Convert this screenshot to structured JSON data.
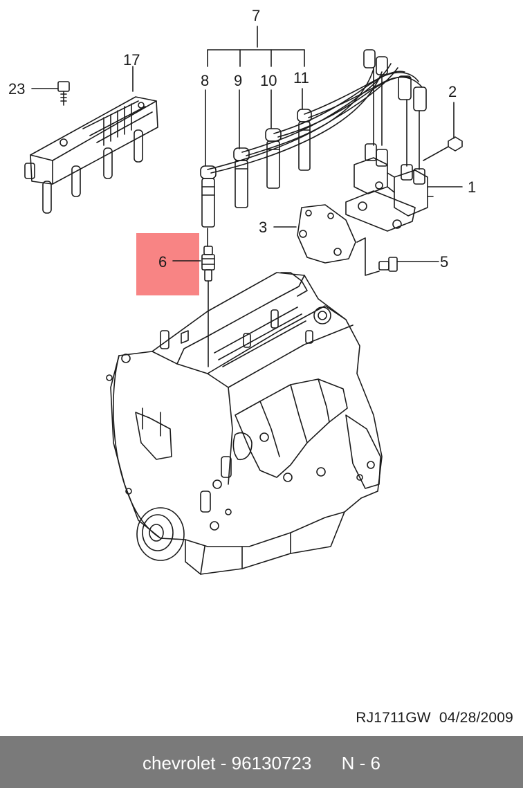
{
  "diagram": {
    "callouts": [
      "7",
      "8",
      "9",
      "10",
      "11",
      "17",
      "23",
      "2",
      "1",
      "3",
      "5",
      "6"
    ],
    "highlighted_callout": "6",
    "highlight_color": "#f88484",
    "line_color": "#1a1a1a"
  },
  "reference": {
    "code": "RJ1711GW",
    "date": "04/28/2009"
  },
  "footer": {
    "brand": "chevrolet",
    "part_number": "96130723",
    "index": "N - 6",
    "background": "#7a7a7a"
  }
}
